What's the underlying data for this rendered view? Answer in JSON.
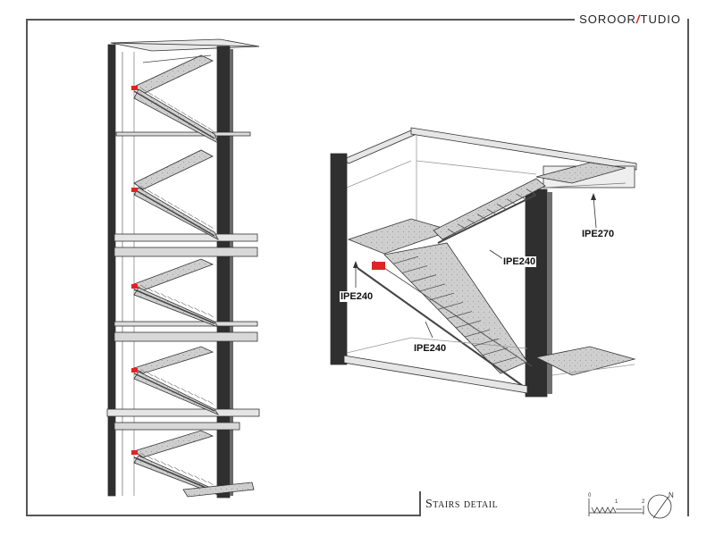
{
  "brand": {
    "left": "SOROOR",
    "right": "TUDIO"
  },
  "sheet": {
    "title": "Stairs detail"
  },
  "labels": {
    "ipe270": "IPE270",
    "ipe240_mid": "IPE240",
    "ipe240_left": "IPE240",
    "ipe240_bottom": "IPE240"
  },
  "scale": {
    "tick_0": "0",
    "tick_1": "1",
    "tick_2": "2",
    "north": "N"
  },
  "colors": {
    "frame": "#555555",
    "steel": "#2f2f2f",
    "accent": "#e02424"
  }
}
